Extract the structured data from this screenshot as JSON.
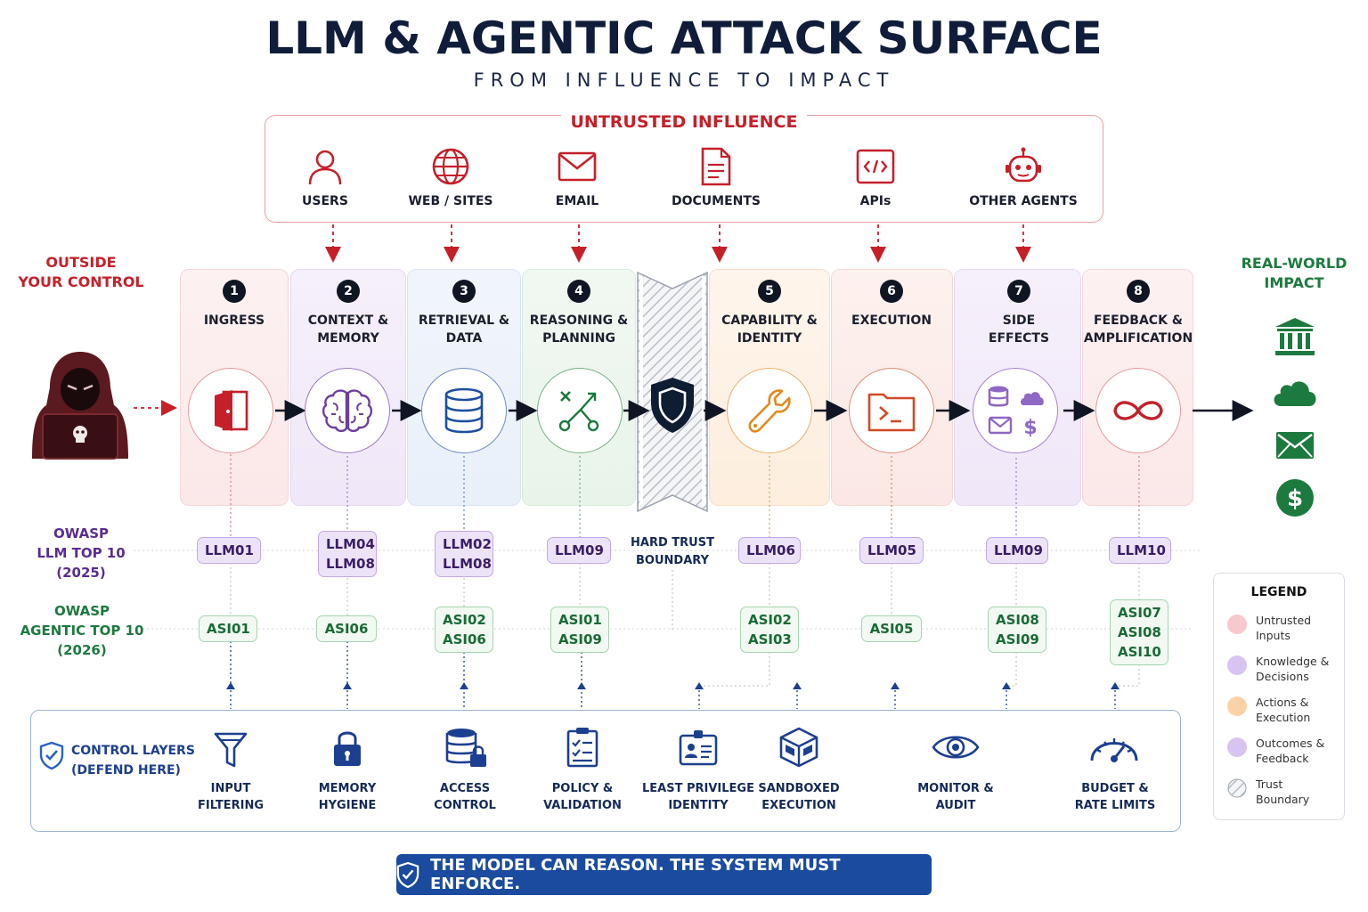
{
  "header": {
    "title": "LLM & AGENTIC ATTACK SURFACE",
    "subtitle": "FROM INFLUENCE TO IMPACT"
  },
  "untrusted": {
    "title": "UNTRUSTED INFLUENCE",
    "sources": [
      {
        "label": "USERS",
        "icon": "user-icon"
      },
      {
        "label": "WEB / SITES",
        "icon": "globe-icon"
      },
      {
        "label": "EMAIL",
        "icon": "envelope-icon"
      },
      {
        "label": "DOCUMENTS",
        "icon": "document-icon"
      },
      {
        "label": "APIs",
        "icon": "code-icon"
      },
      {
        "label": "OTHER AGENTS",
        "icon": "robot-icon"
      }
    ]
  },
  "outside": {
    "line1": "OUTSIDE",
    "line2": "YOUR CONTROL",
    "icon": "hacker-icon"
  },
  "impact": {
    "line1": "REAL-WORLD",
    "line2": "IMPACT",
    "icons": [
      "bank-icon",
      "cloud-icon",
      "mail-icon",
      "dollar-icon"
    ]
  },
  "stages": [
    {
      "num": "1",
      "line1": "INGRESS",
      "line2": "",
      "icon": "door-icon",
      "color": "#c5202a"
    },
    {
      "num": "2",
      "line1": "CONTEXT &",
      "line2": "MEMORY",
      "icon": "brain-icon",
      "color": "#6b3fa0"
    },
    {
      "num": "3",
      "line1": "RETRIEVAL &",
      "line2": "DATA",
      "icon": "database-icon",
      "color": "#1d4fa0"
    },
    {
      "num": "4",
      "line1": "REASONING &",
      "line2": "PLANNING",
      "icon": "planning-icon",
      "color": "#1d7a3e"
    },
    {
      "num": "5",
      "line1": "CAPABILITY &",
      "line2": "IDENTITY",
      "icon": "wrench-icon",
      "color": "#e08a1e"
    },
    {
      "num": "6",
      "line1": "EXECUTION",
      "line2": "",
      "icon": "terminal-icon",
      "color": "#d04a25"
    },
    {
      "num": "7",
      "line1": "SIDE",
      "line2": "EFFECTS",
      "icon": "side-effects-icon",
      "color": "#6b3fa0"
    },
    {
      "num": "8",
      "line1": "FEEDBACK &",
      "line2": "AMPLIFICATION",
      "icon": "infinity-icon",
      "color": "#c5202a"
    }
  ],
  "boundary": {
    "line1": "HARD TRUST",
    "line2": "BOUNDARY",
    "icon": "shield-icon"
  },
  "owasp_llm": {
    "line1": "OWASP",
    "line2": "LLM TOP 10",
    "line3": "(2025)",
    "color": "#5a2d91"
  },
  "owasp_agentic": {
    "line1": "OWASP",
    "line2": "AGENTIC TOP 10",
    "line3": "(2026)",
    "color": "#1d7a3e"
  },
  "llm_tags": [
    [
      "LLM01"
    ],
    [
      "LLM04",
      "LLM08"
    ],
    [
      "LLM02",
      "LLM08"
    ],
    [
      "LLM09"
    ],
    [
      "LLM06"
    ],
    [
      "LLM05"
    ],
    [
      "LLM09"
    ],
    [
      "LLM10"
    ]
  ],
  "asi_tags": [
    [
      "ASI01"
    ],
    [
      "ASI06"
    ],
    [
      "ASI02",
      "ASI06"
    ],
    [
      "ASI01",
      "ASI09"
    ],
    [
      "ASI02",
      "ASI03"
    ],
    [
      "ASI05"
    ],
    [
      "ASI08",
      "ASI09"
    ],
    [
      "ASI07",
      "ASI08",
      "ASI10"
    ]
  ],
  "controls": {
    "title1": "CONTROL LAYERS",
    "title2": "(DEFEND HERE)",
    "items": [
      {
        "line1": "INPUT",
        "line2": "FILTERING",
        "icon": "filter-icon"
      },
      {
        "line1": "MEMORY",
        "line2": "HYGIENE",
        "icon": "lock-icon"
      },
      {
        "line1": "ACCESS",
        "line2": "CONTROL",
        "icon": "database-lock-icon"
      },
      {
        "line1": "POLICY &",
        "line2": "VALIDATION",
        "icon": "checklist-icon"
      },
      {
        "line1": "LEAST PRIVILEGE",
        "line2": "IDENTITY",
        "icon": "id-badge-icon"
      },
      {
        "line1": "SANDBOXED",
        "line2": "EXECUTION",
        "icon": "cube-icon"
      },
      {
        "line1": "MONITOR &",
        "line2": "AUDIT",
        "icon": "eye-icon"
      },
      {
        "line1": "BUDGET &",
        "line2": "RATE LIMITS",
        "icon": "gauge-icon"
      }
    ]
  },
  "legend": {
    "title": "LEGEND",
    "items": [
      {
        "line1": "Untrusted",
        "line2": "Inputs",
        "color": "#f7c9cc"
      },
      {
        "line1": "Knowledge &",
        "line2": "Decisions",
        "color": "#d8c4f0"
      },
      {
        "line1": "Actions &",
        "line2": "Execution",
        "color": "#fbd2a6"
      },
      {
        "line1": "Outcomes &",
        "line2": "Feedback",
        "color": "#d8c4f0"
      },
      {
        "line1": "Trust",
        "line2": "Boundary",
        "color": "hatched"
      }
    ]
  },
  "banner": {
    "text": "THE MODEL CAN REASON. THE SYSTEM MUST ENFORCE.",
    "icon": "shield-check-icon"
  }
}
